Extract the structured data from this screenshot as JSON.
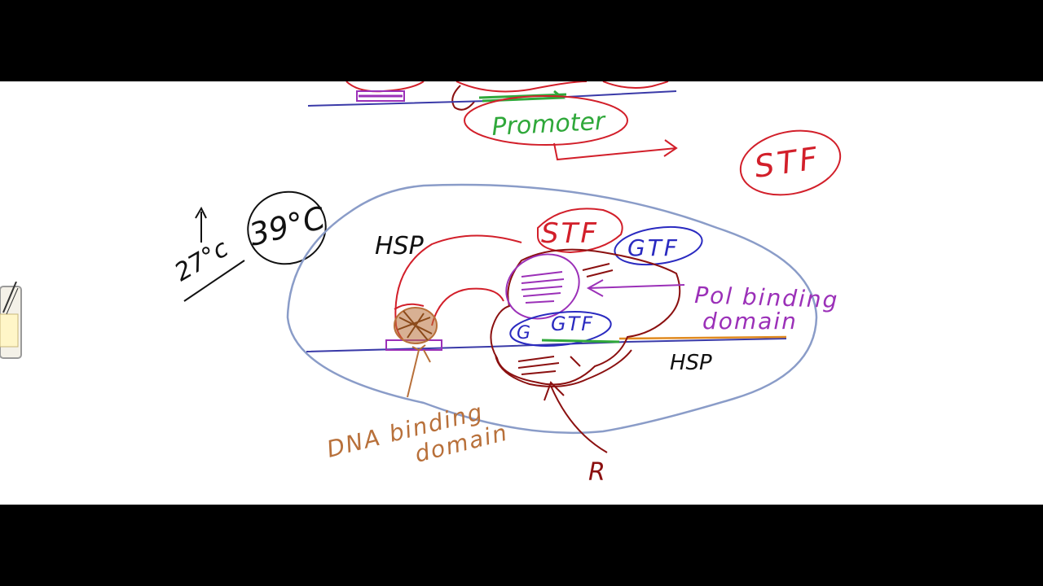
{
  "labels": {
    "promoter": "Promoter",
    "stf_right": "STF",
    "temp_low": "27°c",
    "temp_high": "39°C",
    "hsp_top": "HSP",
    "stf_center": "STF",
    "gtf_upper": "GTF",
    "gtf_lower": "GTF",
    "g_left": "G",
    "pol_binding": "Pol binding",
    "domain_right": "domain",
    "hsp_right": "HSP",
    "dna_binding": "DNA binding",
    "domain_bottom": "domain",
    "r_label": "R"
  },
  "colors": {
    "background": "#000000",
    "canvas": "#ffffff",
    "dna": "#3a3aa8",
    "red": "#d21f2a",
    "maroon": "#8b1010",
    "purple": "#9b30b8",
    "green": "#2fa83a",
    "blue": "#2a2ac0",
    "brown": "#b8703a",
    "gray_blue": "#8a9cc8",
    "orange": "#e08a20",
    "ink": "#111111"
  },
  "icons": {
    "pen_tool": "pen-tool-icon"
  }
}
